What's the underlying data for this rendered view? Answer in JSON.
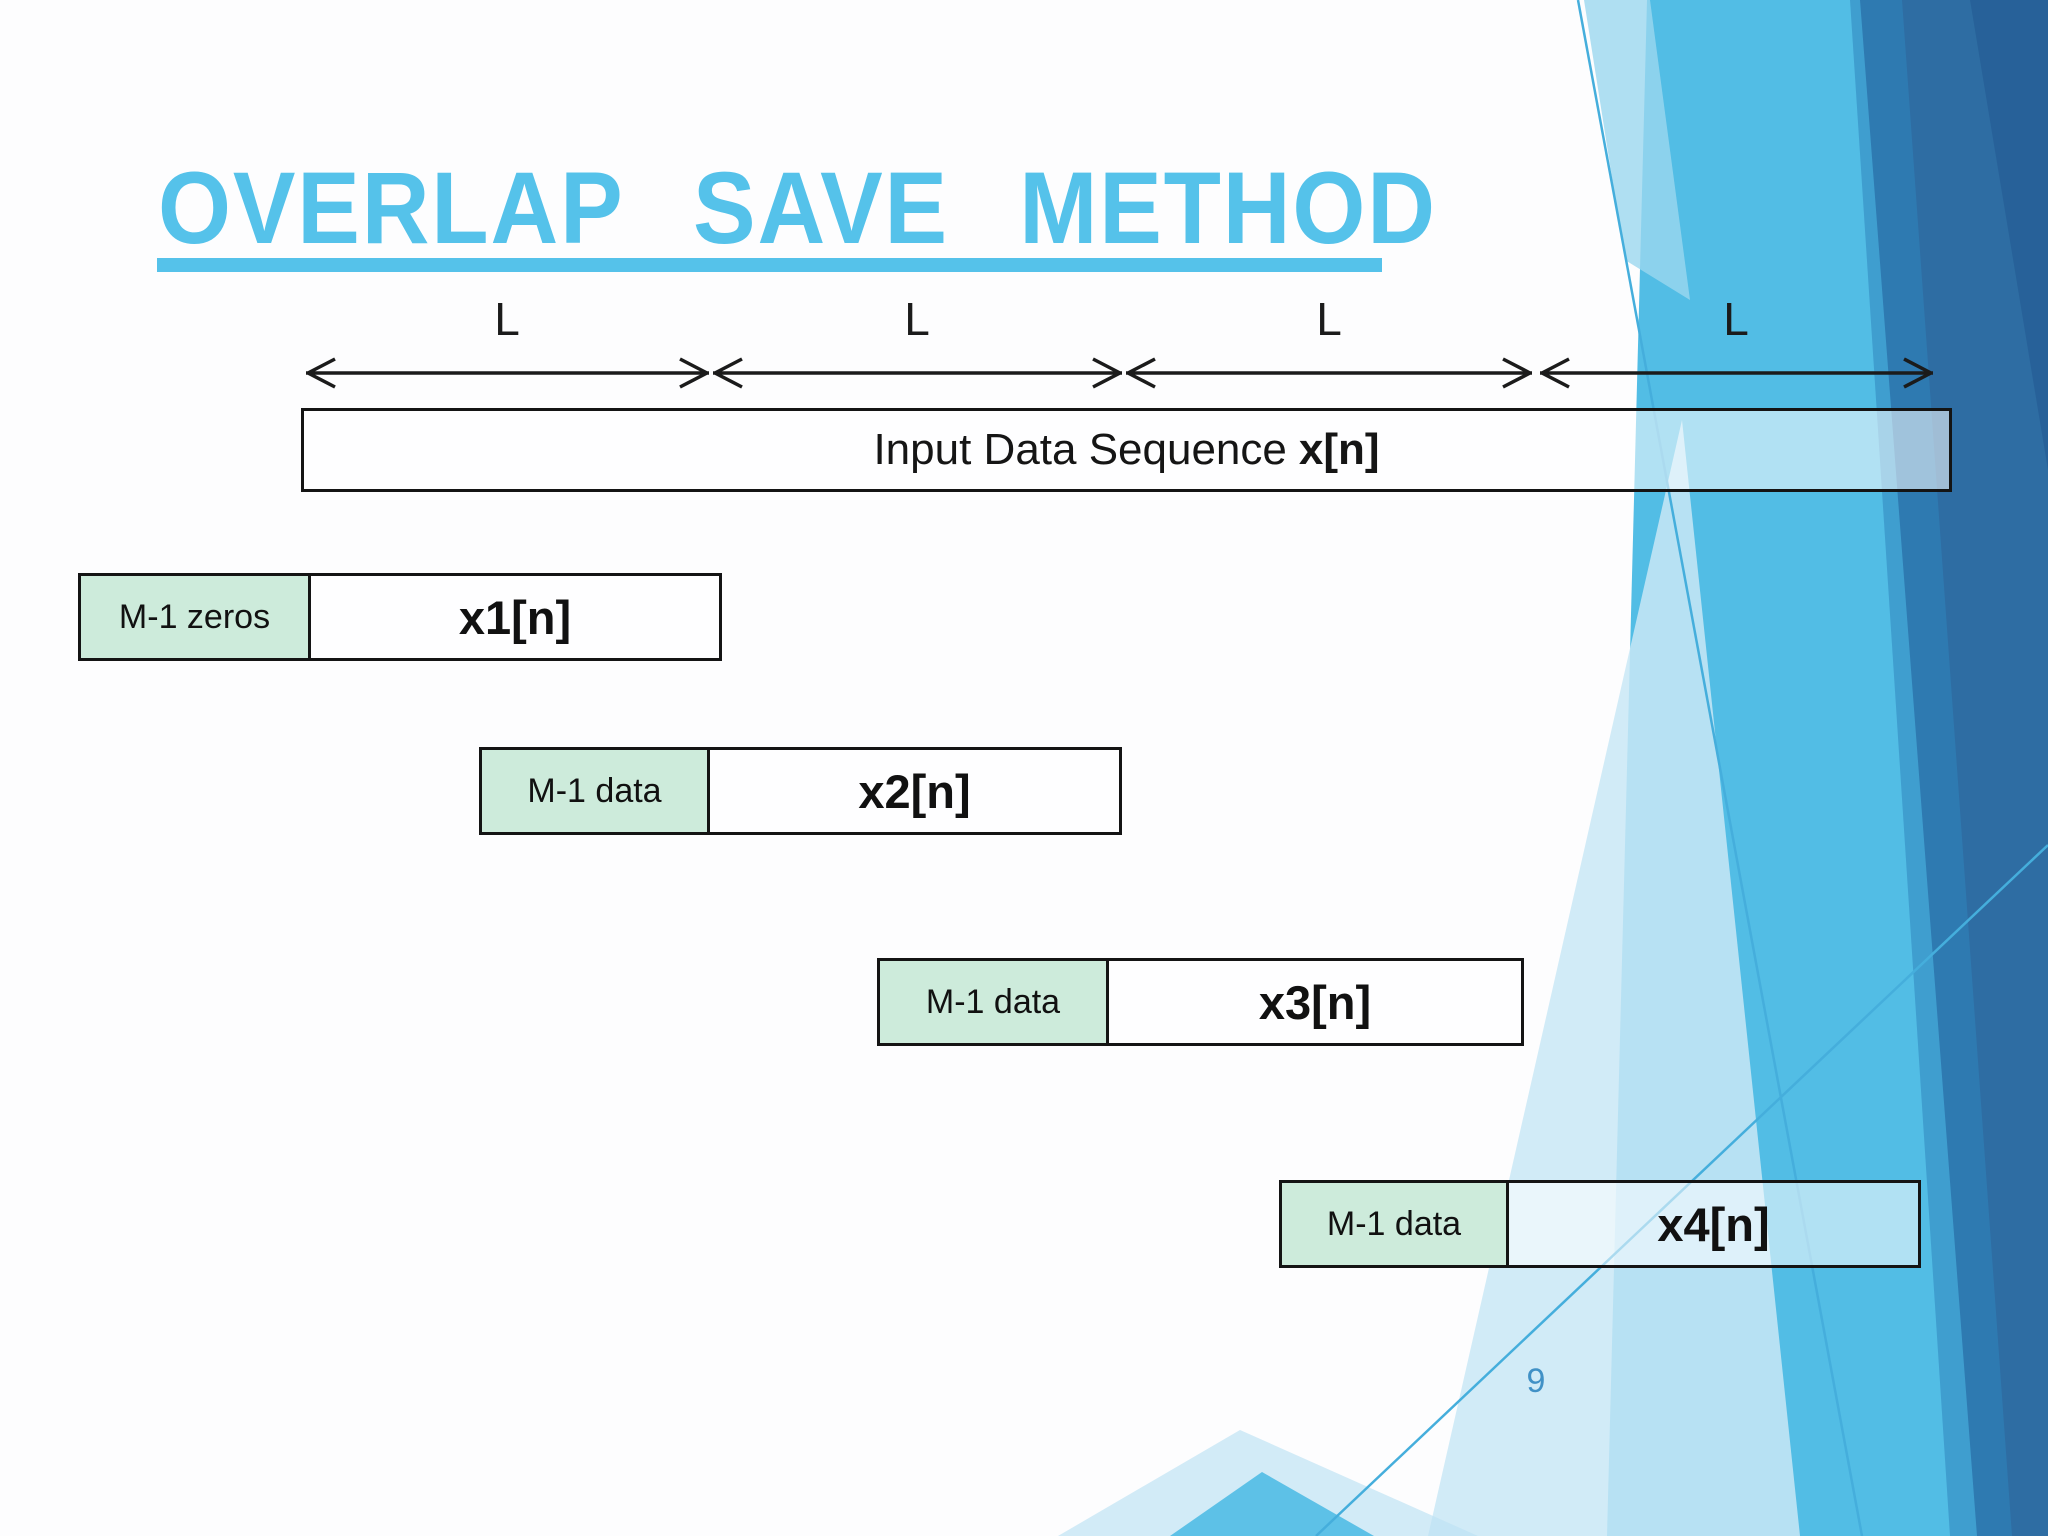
{
  "slide": {
    "title": "OVERLAP SAVE METHOD",
    "page_number": "9"
  },
  "diagram": {
    "segment_labels": [
      "L",
      "L",
      "L",
      "L"
    ],
    "input_box": {
      "label": "Input Data Sequence",
      "variable": "x[n]"
    },
    "blocks": [
      {
        "prefix": "M-1 zeros",
        "name": "x1[n]"
      },
      {
        "prefix": "M-1 data",
        "name": "x2[n]"
      },
      {
        "prefix": "M-1 data",
        "name": "x3[n]"
      },
      {
        "prefix": "M-1 data",
        "name": "x4[n]"
      }
    ]
  },
  "colors": {
    "title_accent": "#55C2EA",
    "bright_blue": "#52BDE5",
    "dark_blue": "#2E6DA3",
    "pale_blue": "#C9E8F6",
    "mint_green": "#CDEBDB",
    "line_cyan": "#45AEDC",
    "page_number_blue": "#4191C6"
  }
}
